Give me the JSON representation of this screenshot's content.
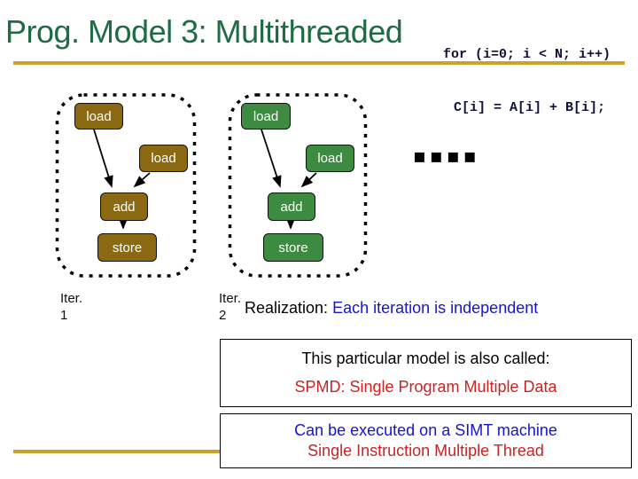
{
  "slide": {
    "title": "Prog. Model 3: Multithreaded",
    "code_line1": "for (i=0; i < N; i++)",
    "code_line2": "C[i] = A[i] + B[i];",
    "dots": "▪▪▪▪",
    "iter1": {
      "load1": "load",
      "load2": "load",
      "add": "add",
      "store": "store",
      "label_line1": "Iter.",
      "label_line2": "1"
    },
    "iter2": {
      "load1": "load",
      "load2": "load",
      "add": "add",
      "store": "store",
      "label_line1": "Iter.",
      "label_line2": "2"
    },
    "realization_label": "Realization:",
    "realization_text": "Each iteration is independent",
    "callout1_line1": "This particular model is also called:",
    "callout1_line2": "SPMD: Single Program Multiple Data",
    "callout2_line1": "Can be executed on a SIMT machine",
    "callout2_line2": "Single Instruction Multiple Thread",
    "colors": {
      "title_green": "#1e6b46",
      "gold_rule": "#c9a227",
      "brown_node": "#8a6912",
      "green_node": "#3d8b40",
      "red_text": "#cc2222",
      "blue_text": "#1515cc"
    }
  }
}
